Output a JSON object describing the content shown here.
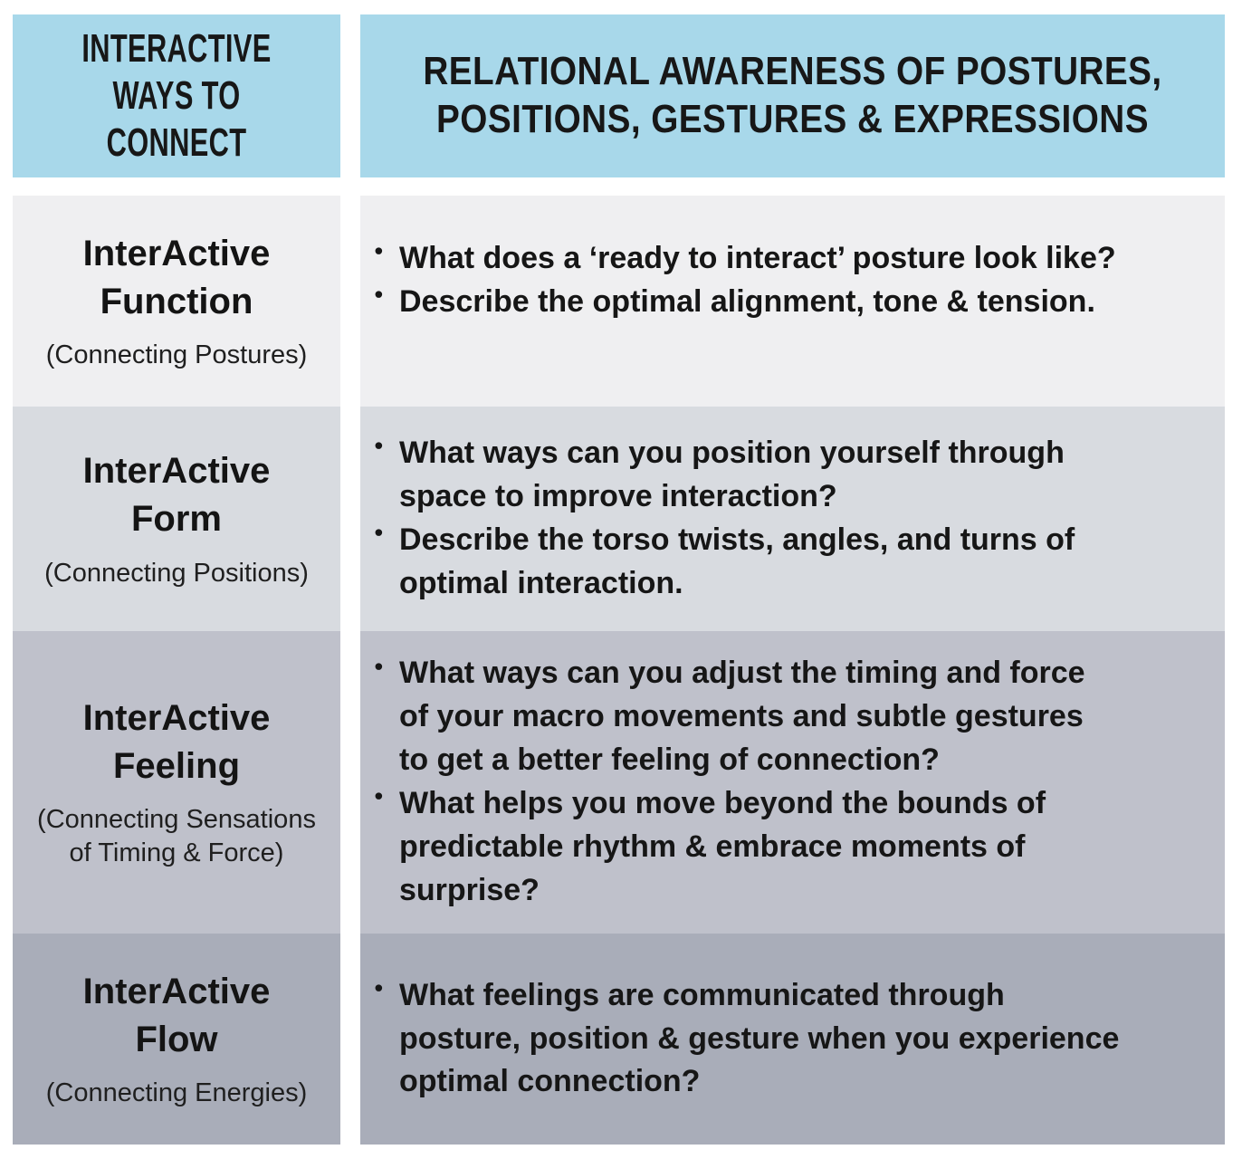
{
  "table": {
    "header": {
      "left": "INTERACTIVE WAYS TO CONNECT",
      "right": "RELATIONAL AWARENESS OF POSTURES, POSITIONS, GESTURES & EXPRESSIONS"
    },
    "rows": [
      {
        "title": "InterActive Function",
        "subtitle": "(Connecting Postures)",
        "bullets": [
          "What does a ‘ready to interact’ posture look like?",
          "Describe the optimal alignment, tone & tension."
        ]
      },
      {
        "title": "InterActive Form",
        "subtitle": "(Connecting Positions)",
        "bullets": [
          "What ways can you position yourself through\nspace to improve interaction?",
          "Describe the torso twists, angles, and turns of\noptimal interaction."
        ]
      },
      {
        "title": "InterActive Feeling",
        "subtitle": "(Connecting Sensations of Timing & Force)",
        "bullets": [
          "What ways can you adjust the timing and force\nof your macro movements and subtle gestures\nto get a better feeling of connection?",
          "What helps you move beyond the bounds of\npredictable rhythm & embrace moments of\nsurprise?"
        ]
      },
      {
        "title": "InterActive Flow",
        "subtitle": "(Connecting Energies)",
        "bullets": [
          "What feelings are communicated through\nposture, position & gesture when you experience\noptimal connection?"
        ]
      }
    ],
    "colors": {
      "header_bg": "#A8D8EA",
      "row_bgs": [
        "#EFEFF1",
        "#D8DBE0",
        "#BFC1CB",
        "#A9ADB9"
      ],
      "text": "#1B1B1B",
      "background": "#FFFFFF"
    }
  }
}
